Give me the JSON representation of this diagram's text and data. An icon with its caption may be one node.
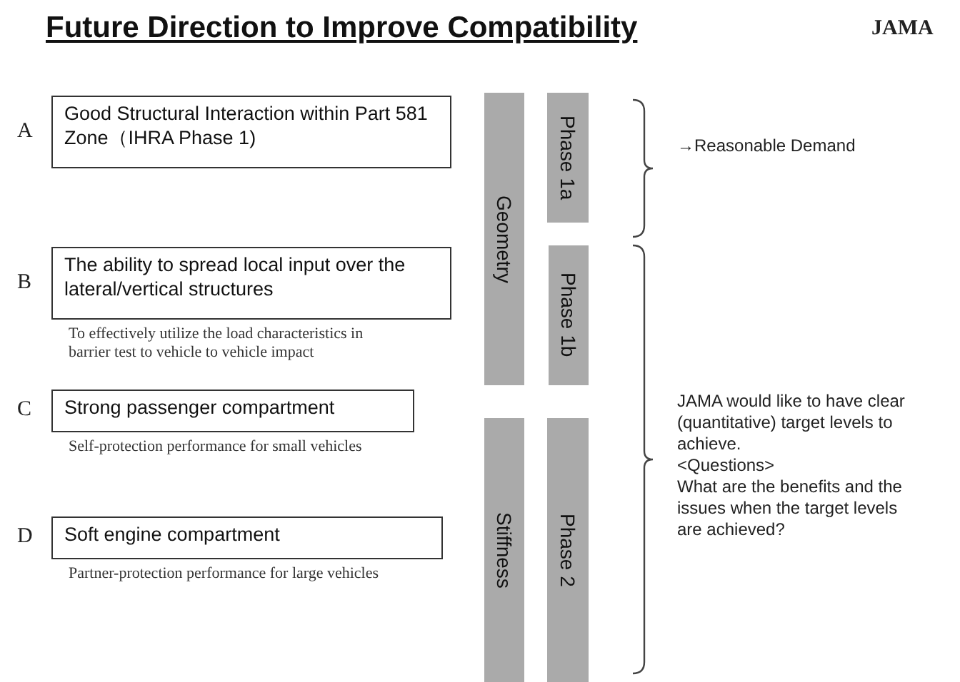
{
  "diagram": {
    "title": "Future Direction to Improve Compatibility",
    "nodes": [
      {
        "text": [
          "Good Structural Interaction within Part 581 Zone（IHRA Phase 1)"
        ],
        "beside": [
          "A"
        ]
      },
      {
        "text": [
          "The ability to spread local input over the lateral/vertical structures"
        ],
        "beside": [
          "B",
          "To effectively utilize the load characteristics in barrier test to vehicle to vehicle impact"
        ]
      },
      {
        "text": [
          "Strong passenger compartment"
        ],
        "beside": [
          "C",
          "Self-protection performance for small vehicles"
        ]
      },
      {
        "text": [
          "Soft engine compartment"
        ],
        "beside": [
          "D",
          "Partner-protection performance for large vehicles"
        ]
      },
      {
        "text": [
          "Geometry"
        ]
      },
      {
        "text": [
          "Stiffness"
        ]
      },
      {
        "text": [
          "Phase 1a"
        ]
      },
      {
        "text": [
          "Phase 1b"
        ]
      },
      {
        "text": [
          "Phase 2"
        ]
      }
    ],
    "labels": [
      "JAMA",
      "→Reasonable Demand",
      "JAMA would like to have clear (quantitative) target levels to achieve.",
      "<Questions>",
      "What are the benefits and the issues when the target levels are achieved?"
    ]
  }
}
